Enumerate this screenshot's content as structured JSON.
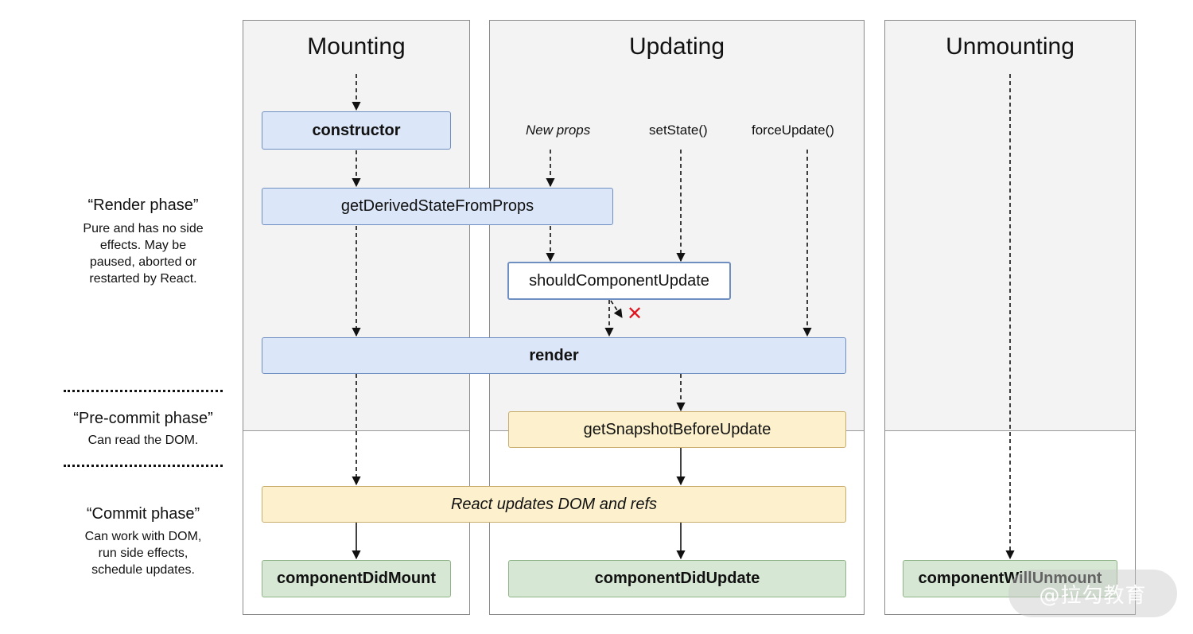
{
  "columns": {
    "mounting": "Mounting",
    "updating": "Updating",
    "unmounting": "Unmounting"
  },
  "phases": {
    "render": {
      "title": "“Render phase”",
      "desc_lines": [
        "Pure and has no side",
        "effects. May be",
        "paused, aborted or",
        "restarted by React."
      ]
    },
    "precommit": {
      "title": "“Pre-commit phase”",
      "desc_lines": [
        "Can read the DOM."
      ]
    },
    "commit": {
      "title": "“Commit phase”",
      "desc_lines": [
        "Can work with DOM,",
        "run side effects,",
        "schedule updates."
      ]
    }
  },
  "triggers": {
    "new_props": "New props",
    "set_state": "setState()",
    "force_update": "forceUpdate()"
  },
  "methods": {
    "constructor": "constructor",
    "get_derived_state": "getDerivedStateFromProps",
    "should_component_update": "shouldComponentUpdate",
    "render": "render",
    "get_snapshot": "getSnapshotBeforeUpdate",
    "react_updates_dom": "React updates DOM and refs",
    "did_mount": "componentDidMount",
    "did_update": "componentDidUpdate",
    "will_unmount": "componentWillUnmount"
  },
  "skip_marker": "✕",
  "watermark": "@拉勾教育",
  "colors": {
    "render_box": "#dbe7f8",
    "precommit_box": "#fcf1cc",
    "commit_box": "#d6e8d4",
    "skip_marker": "#e0141e"
  }
}
